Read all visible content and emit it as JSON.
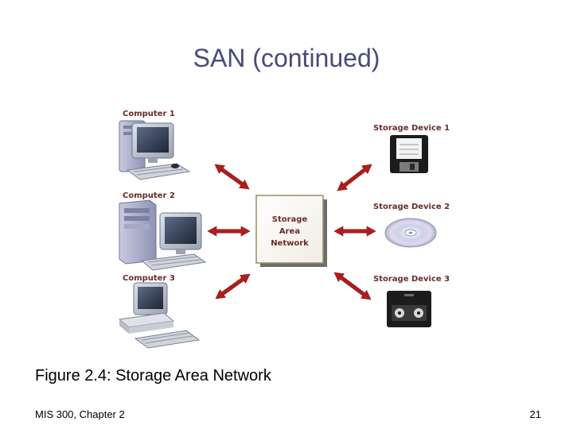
{
  "slide": {
    "title": "SAN (continued)",
    "caption": "Figure 2.4: Storage Area Network",
    "footer_left": "MIS 300, Chapter 2",
    "page_number": "21"
  },
  "diagram": {
    "computers": [
      {
        "label": "Computer 1",
        "icon": "desktop-computer-icon"
      },
      {
        "label": "Computer 2",
        "icon": "tower-computer-icon"
      },
      {
        "label": "Computer 3",
        "icon": "workstation-computer-icon"
      }
    ],
    "storage_devices": [
      {
        "label": "Storage  Device 1",
        "icon": "floppy-disk-icon"
      },
      {
        "label": "Storage  Device 2",
        "icon": "optical-disc-icon"
      },
      {
        "label": "Storage  Device 3",
        "icon": "tape-cartridge-icon"
      }
    ],
    "san_box": {
      "line1": "Storage",
      "line2": "Area",
      "line3": "Network"
    },
    "colors": {
      "label_text": "#6b2a2a",
      "arrow": "#b31c1c",
      "san_box_border": "#9a8a6a",
      "title": "#4a4a7a"
    }
  }
}
